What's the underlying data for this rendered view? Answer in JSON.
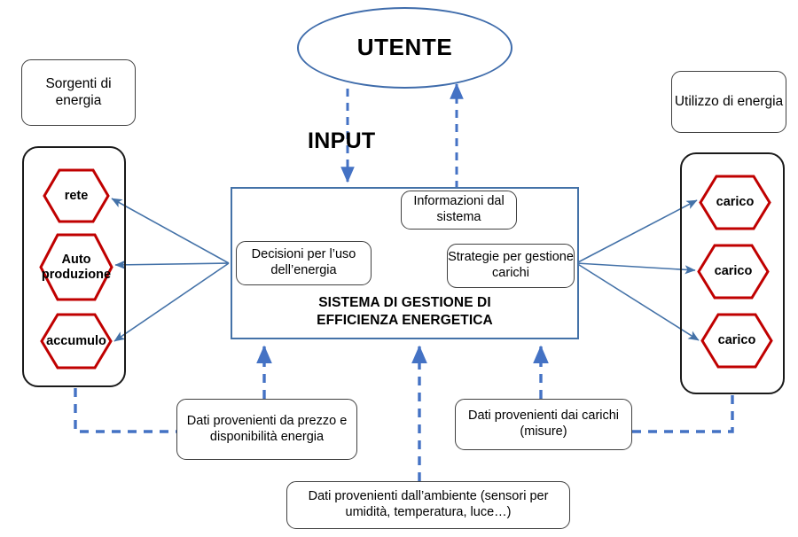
{
  "diagram": {
    "title_ellipse": "UTENTE",
    "input_label": "INPUT",
    "left_header": "Sorgenti di energia",
    "right_header": "Utilizzo di energia",
    "main_box_title_line1": "SISTEMA DI GESTIONE DI",
    "main_box_title_line2": "EFFICIENZA ENERGETICA",
    "info_box": "Informazioni dal sistema",
    "decisions_box": "Decisioni per l’uso dell’energia",
    "strategies_box": "Strategie per gestione carichi",
    "sources": [
      {
        "label": "rete"
      },
      {
        "label": "Auto produzione"
      },
      {
        "label": "accumulo"
      }
    ],
    "loads": [
      {
        "label": "carico"
      },
      {
        "label": "carico"
      },
      {
        "label": "carico"
      }
    ],
    "data_inputs": [
      {
        "label": "Dati provenienti da prezzo e disponibilità energia"
      },
      {
        "label": "Dati provenienti dai carichi (misure)"
      },
      {
        "label": "Dati provenienti dall’ambiente (sensori per umidità, temperatura, luce…)"
      }
    ],
    "colors": {
      "blue_line": "#4472a8",
      "dashed_blue": "#4472c4",
      "hex_red": "#c00000",
      "box_outline": "#404040",
      "container_outline": "#1a1a1a",
      "ellipse_outline": "#3f6cab"
    }
  }
}
